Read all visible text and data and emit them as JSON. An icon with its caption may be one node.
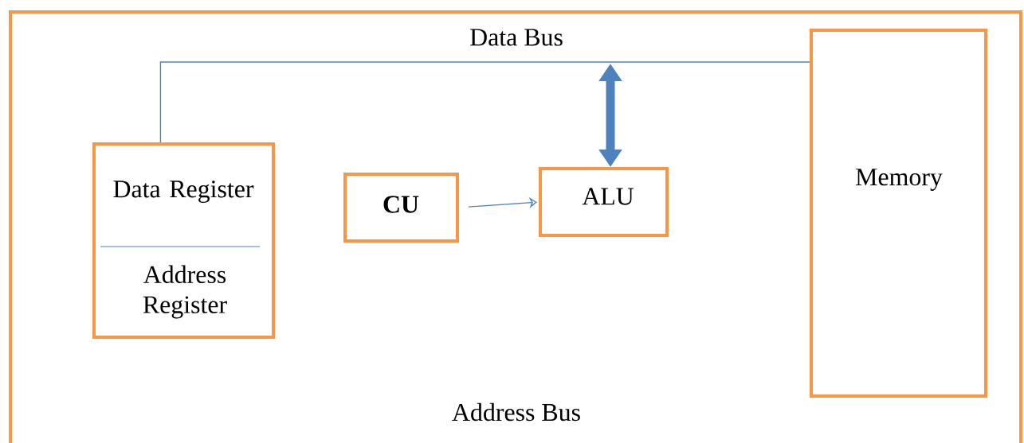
{
  "diagram": {
    "nodes": [
      {
        "text": [
          "Data Register",
          "Address Register"
        ]
      },
      {
        "text": [
          "CU"
        ]
      },
      {
        "text": [
          "ALU"
        ]
      },
      {
        "text": [
          "Memory"
        ]
      }
    ],
    "edges": [
      {
        "from": 0,
        "to": 3,
        "arrow": "none",
        "label": "Data Bus"
      },
      {
        "from": 1,
        "to": 2,
        "arrow": "to"
      },
      {
        "from": null,
        "to": 2,
        "arrow": "both",
        "style": "thick"
      }
    ],
    "labels": [
      "Address Bus"
    ]
  }
}
